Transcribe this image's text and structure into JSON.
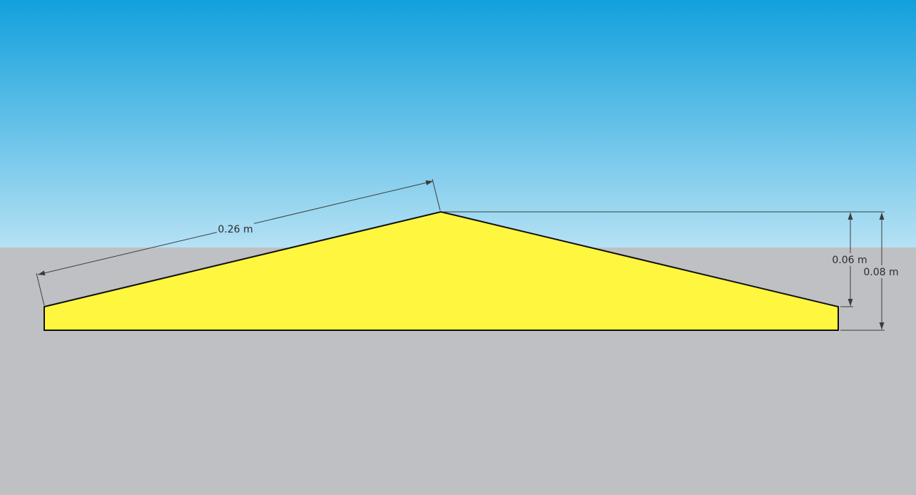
{
  "dimensions": {
    "slope_length": "0.26 m",
    "rise_inner": "0.06 m",
    "total_height": "0.08 m"
  },
  "colors": {
    "sky_top": "#12a0dc",
    "sky_bottom": "#b5e1f4",
    "ground": "#bfc0c4",
    "shape_fill": "#fff73f",
    "shape_outline": "#111111",
    "dimension_line": "#3c3c3c"
  }
}
